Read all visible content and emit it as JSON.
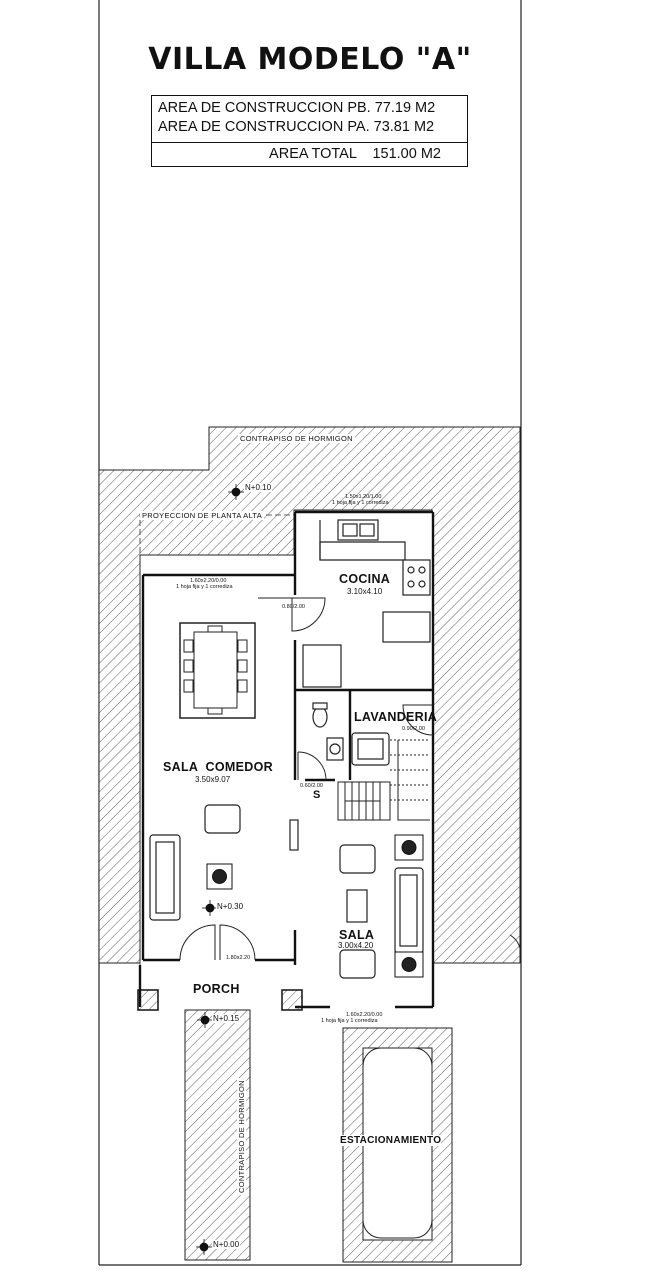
{
  "title": "VILLA MODELO \"A\"",
  "areas": {
    "pb": "AREA DE CONSTRUCCION PB. 77.19 M2",
    "pa": "AREA DE CONSTRUCCION PA. 73.81 M2",
    "total": "AREA TOTAL    151.00 M2"
  },
  "rooms": {
    "cocina": "COCINA",
    "cocina_dim": "3.10x4.10",
    "lavanderia": "LAVANDERIA",
    "sala_comedor": "SALA COMEDOR",
    "sala_comedor_dim": "3.50x9.07",
    "sala": "SALA",
    "sala_dim": "3.00x4.20",
    "porch": "PORCH",
    "estacionamiento": "ESTACIONAMIENTO"
  },
  "notes": {
    "contrapiso_top": "CONTRAPISO DE HORMIGON",
    "contrapiso_side": "CONTRAPISO DE HORMIGON",
    "proyeccion": "PROYECCION DE PLANTA ALTA"
  },
  "levels": {
    "n010": "N+0.10",
    "n030": "N+0.30",
    "n015": "N+0.15",
    "n000": "N+0.00"
  },
  "openings": {
    "window_comedor": "1.60x2.20/0.00",
    "window_comedor_desc": "1 hoja fija y 1 corrediza",
    "window_cocina": "1.50x1.20/1.00",
    "window_cocina_desc": "1 hoja fija y 1 corrediza",
    "door_cocina": "0.80/2.00",
    "door_lavanderia": "0.90/2.00",
    "door_bano": "0.60/2.00",
    "door_entrada": "1.80x2.20",
    "window_sala": "1.60x2.20/0.00",
    "window_sala_desc": "1 hoja fija y 1 corrediza"
  },
  "stair_mark": "S"
}
